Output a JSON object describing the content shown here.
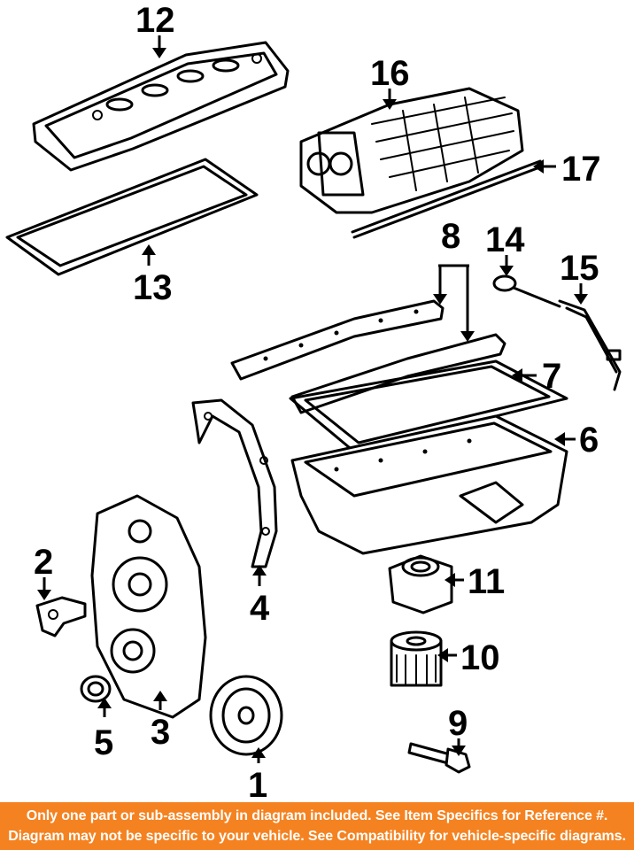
{
  "callouts": {
    "c1": "1",
    "c2": "2",
    "c3": "3",
    "c4": "4",
    "c5": "5",
    "c6": "6",
    "c7": "7",
    "c8": "8",
    "c9": "9",
    "c10": "10",
    "c11": "11",
    "c12": "12",
    "c13": "13",
    "c14": "14",
    "c15": "15",
    "c16": "16",
    "c17": "17"
  },
  "disclaimer": {
    "line1": "Only one part or sub-assembly in diagram included. See Item Specifics for Reference #.",
    "line2": "Diagram may not be specific to your vehicle. See Compatibility for vehicle-specific diagrams."
  },
  "colors": {
    "banner": "#f58220",
    "banner_text": "#ffffff",
    "line_art": "#000000"
  }
}
